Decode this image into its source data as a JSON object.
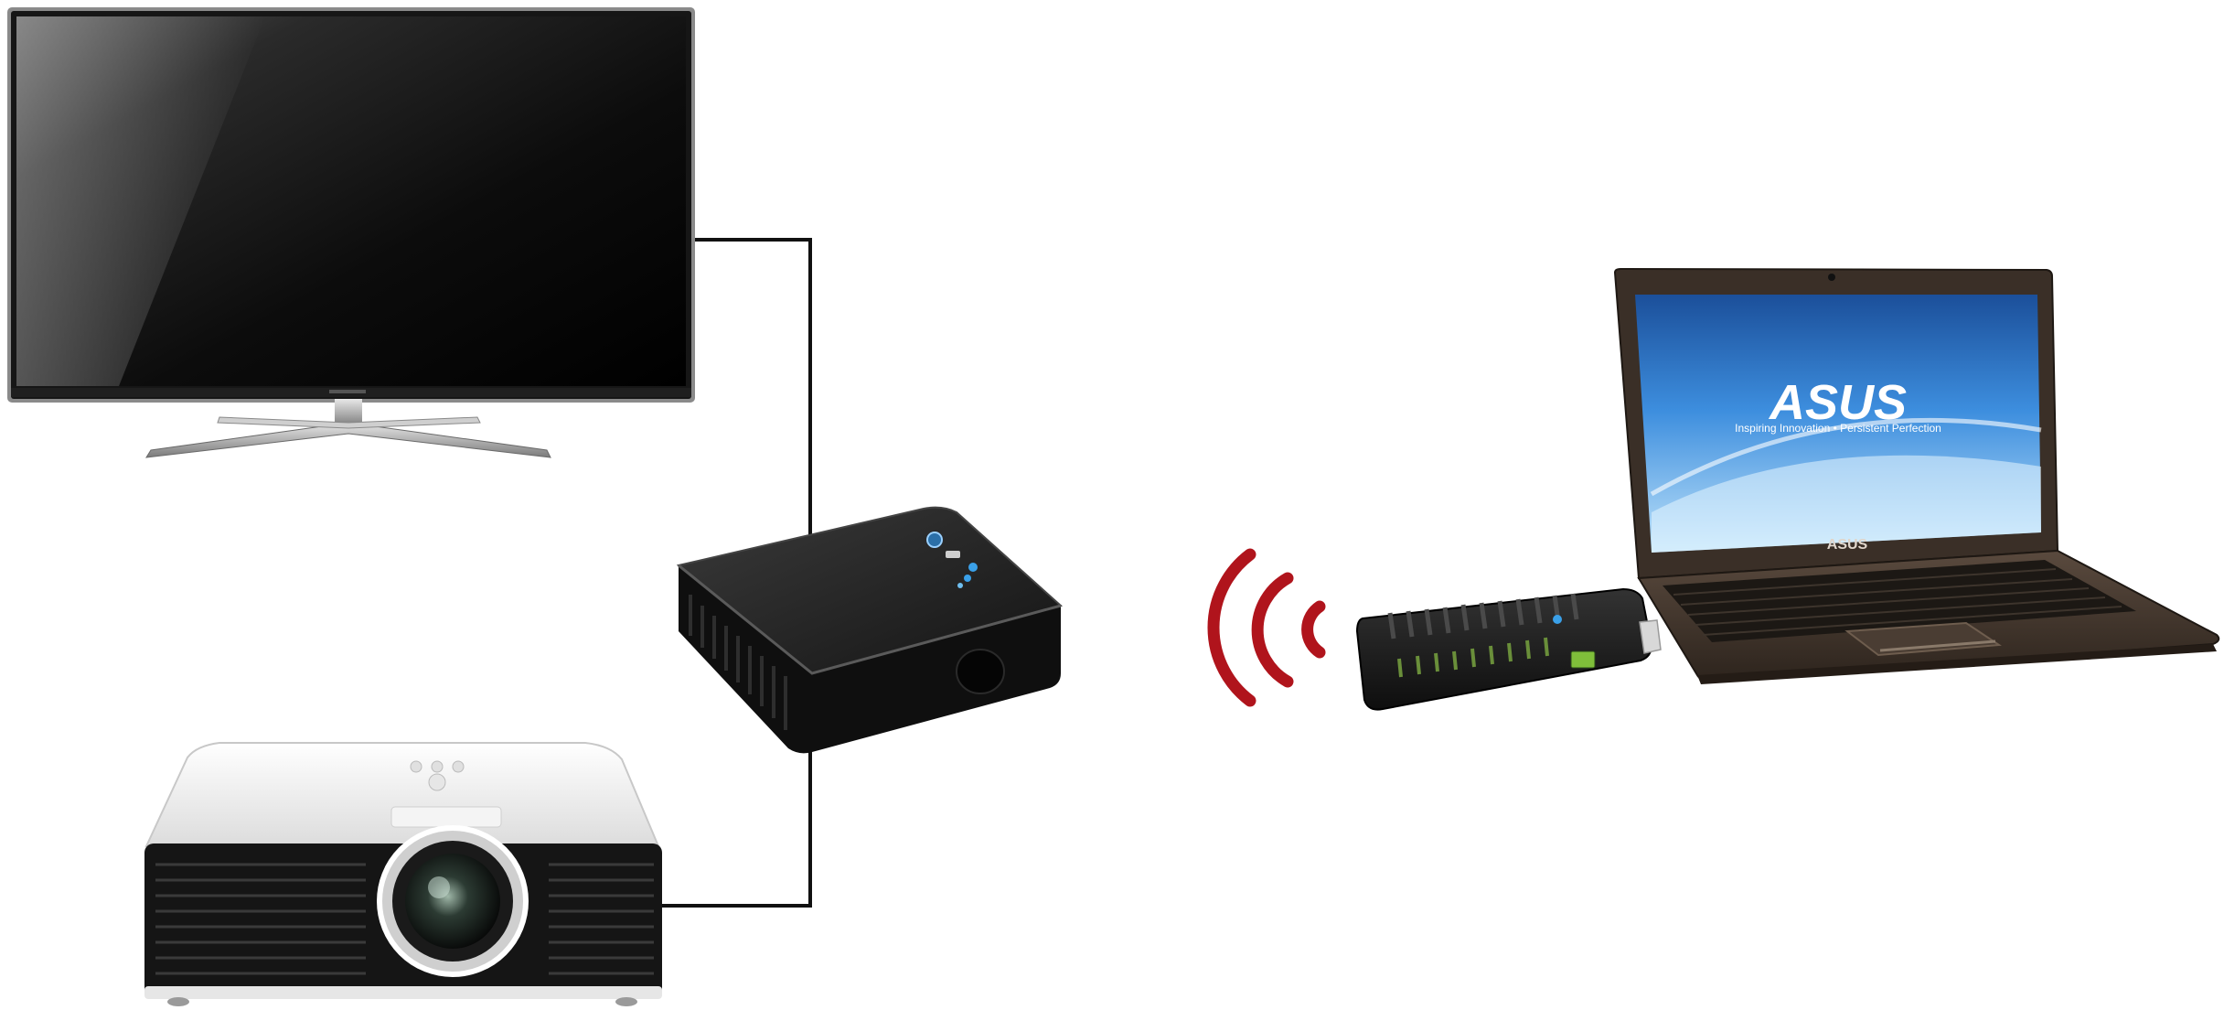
{
  "laptop": {
    "brand": "ASUS",
    "tagline": "Inspiring Innovation • Persistent Perfection",
    "bezel_brand": "ASUS"
  },
  "colors": {
    "background": "#ffffff",
    "cable": "#111111",
    "wifi_signal": "#b0141c",
    "device_body": "#1c1c1c",
    "led": "#3aa0e8",
    "screen_blue": "#2f7fd0"
  },
  "icons": {
    "tv": "flat-screen-tv",
    "projector": "projector",
    "receiver": "wireless-receiver-box",
    "dongle": "usb-wireless-dongle",
    "signal": "wifi-waves",
    "laptop": "laptop"
  }
}
